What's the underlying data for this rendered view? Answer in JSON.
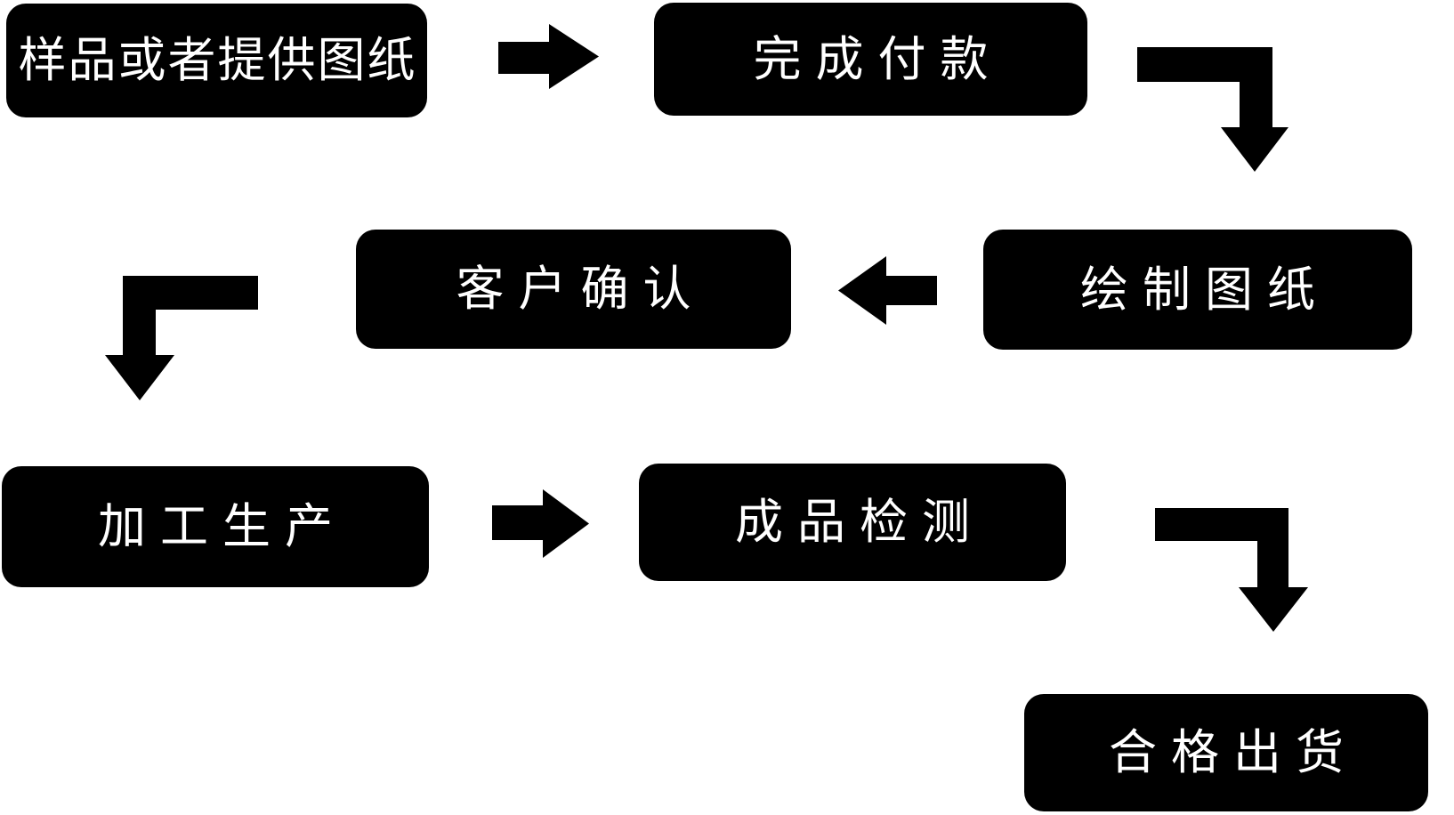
{
  "diagram": {
    "type": "flowchart",
    "colors": {
      "node_background": "#000000",
      "node_text": "#ffffff",
      "arrow": "#000000",
      "page_background": "#ffffff"
    },
    "nodes": [
      {
        "id": "sample-or-drawing",
        "label": "样品或者提供图纸"
      },
      {
        "id": "payment",
        "label": "完成付款"
      },
      {
        "id": "drafting",
        "label": "绘制图纸"
      },
      {
        "id": "customer-confirm",
        "label": "客户确认"
      },
      {
        "id": "production",
        "label": "加工生产"
      },
      {
        "id": "inspection",
        "label": "成品检测"
      },
      {
        "id": "shipment",
        "label": "合格出货"
      }
    ],
    "edges": [
      {
        "from": "sample-or-drawing",
        "to": "payment",
        "arrow": "right"
      },
      {
        "from": "payment",
        "to": "drafting",
        "arrow": "elbow-right-down"
      },
      {
        "from": "drafting",
        "to": "customer-confirm",
        "arrow": "left"
      },
      {
        "from": "customer-confirm",
        "to": "production",
        "arrow": "elbow-left-down"
      },
      {
        "from": "production",
        "to": "inspection",
        "arrow": "right"
      },
      {
        "from": "inspection",
        "to": "shipment",
        "arrow": "elbow-right-down"
      }
    ]
  }
}
